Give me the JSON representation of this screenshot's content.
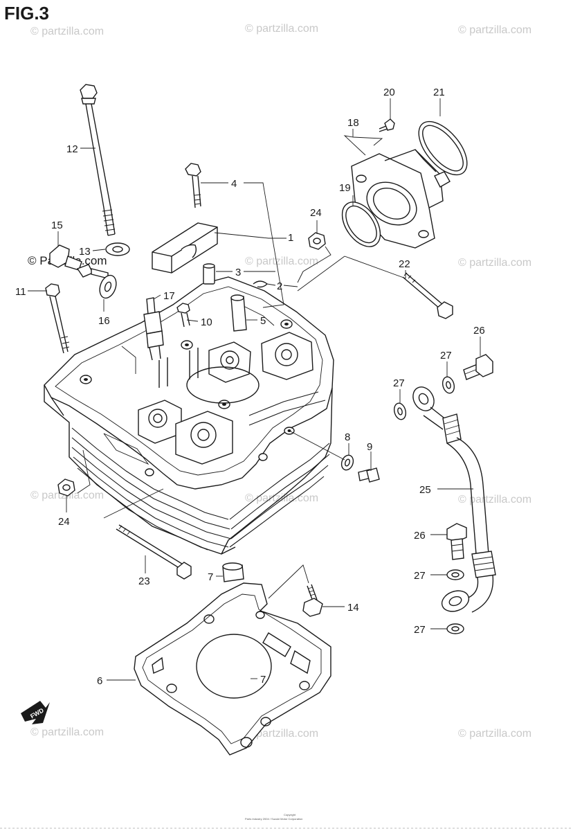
{
  "figure": {
    "title": "FIG.3",
    "direction_label": "FWD"
  },
  "watermark": {
    "text": "© partzilla.com",
    "prominent_text": "© Partzilla.com"
  },
  "copyright": {
    "line1": "Copyright",
    "line2": "Parts Industry 2004 / Suzuki Motor Corporation"
  },
  "callouts": [
    "1",
    "2",
    "3",
    "4",
    "5",
    "6",
    "7",
    "7",
    "8",
    "9",
    "10",
    "11",
    "12",
    "13",
    "14",
    "15",
    "16",
    "17",
    "18",
    "19",
    "20",
    "21",
    "22",
    "23",
    "24",
    "24",
    "25",
    "26",
    "26",
    "27",
    "27",
    "27",
    "27"
  ],
  "colors": {
    "line": "#1a1a1a",
    "watermark": "#c8c8c8",
    "background": "#ffffff"
  }
}
